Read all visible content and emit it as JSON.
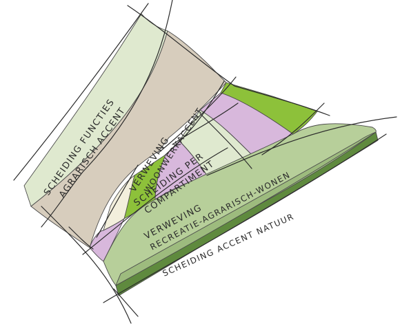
{
  "labels": {
    "zone1_line1": "Scheiding functies",
    "zone1_line2": "Agrarisch accent",
    "zone2_line1": "Verweving",
    "zone2_line2": "woonwerkaccent",
    "zone3_line1": "Scheiding per",
    "zone3_line2": "compartiment",
    "zone4_line1": "Verweving",
    "zone4_line2": "recreatie-agrarisch-wonen",
    "zone5_line1": "Scheiding accent natuur"
  },
  "colors": {
    "pale_green": "#dfe9cf",
    "beige": "#d7cdbd",
    "lime": "#8dc13a",
    "lilac": "#d8b8dc",
    "cream": "#f3efdc",
    "mid_green": "#b7cf9a",
    "dark_green": "#5f8a3e",
    "outline": "#2b2b2b"
  }
}
